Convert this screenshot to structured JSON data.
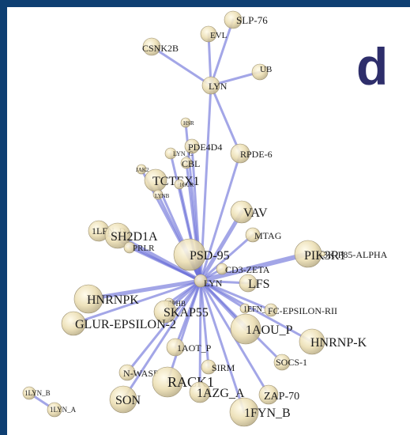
{
  "panel_label": "d",
  "colors": {
    "background": "#0e3f72",
    "canvas": "#ffffff",
    "edge": "#6a70d8",
    "node_fill": "#ecdfb4",
    "node_stroke": "#9c9070",
    "label": "#1a1a1a",
    "panel_label": "#2e2e6b"
  },
  "nodes": [
    {
      "id": "SLP-76",
      "label": "SLP-76"
    },
    {
      "id": "EVL",
      "label": "EVL"
    },
    {
      "id": "CSNK2B",
      "label": "CSNK2B"
    },
    {
      "id": "UB",
      "label": "UB"
    },
    {
      "id": "LYN",
      "label": "LYN"
    },
    {
      "id": "HSR",
      "label": "HSR"
    },
    {
      "id": "PDE4D4",
      "label": "PDE4D4"
    },
    {
      "id": "LYN_C",
      "label": "LYN_C"
    },
    {
      "id": "CBL",
      "label": "CBL"
    },
    {
      "id": "RPDE-6",
      "label": "RPDE-6"
    },
    {
      "id": "JAK2",
      "label": "JAK2"
    },
    {
      "id": "TCTEX1",
      "label": "TCTEX1"
    },
    {
      "id": "1GUR",
      "label": "1GUR"
    },
    {
      "id": "LYNB",
      "label": "LYNB"
    },
    {
      "id": "VAV",
      "label": "VAV"
    },
    {
      "id": "1LFN_D",
      "label": "1LFN_D"
    },
    {
      "id": "SH2D1A",
      "label": "SH2D1A"
    },
    {
      "id": "MTAG",
      "label": "MTAG"
    },
    {
      "id": "PRLR",
      "label": "PRLR"
    },
    {
      "id": "PSD-95",
      "label": "PSD-95"
    },
    {
      "id": "PIK3R1",
      "label": "PIK3R1"
    },
    {
      "id": "3K-P85-ALPHA",
      "label": "3K-P85-ALPHA"
    },
    {
      "id": "CD3-ZETA",
      "label": "CD3-ZETA"
    },
    {
      "id": "LYN_HUB",
      "label": "LYN"
    },
    {
      "id": "LFS",
      "label": "LFS"
    },
    {
      "id": "HNRNPK",
      "label": "HNRNPK"
    },
    {
      "id": "EPHB",
      "label": "EPHB"
    },
    {
      "id": "SKAP55",
      "label": "SKAP55"
    },
    {
      "id": "1EFN_D",
      "label": "1EFN_D"
    },
    {
      "id": "FC-EPSILON-RII",
      "label": "FC-EPSILON-RII"
    },
    {
      "id": "GLUR-EPSILON-2",
      "label": "GLUR-EPSILON-2"
    },
    {
      "id": "1AOU_P",
      "label": "1AOU_P"
    },
    {
      "id": "HNRNP-K",
      "label": "HNRNP-K"
    },
    {
      "id": "1AOT_P",
      "label": "1AOT_P"
    },
    {
      "id": "SIRM",
      "label": "SIRM"
    },
    {
      "id": "SOCS-1",
      "label": "SOCS-1"
    },
    {
      "id": "N-WASP",
      "label": "N-WASP"
    },
    {
      "id": "RACK1",
      "label": "RACK1"
    },
    {
      "id": "1AZG_A",
      "label": "1AZG_A"
    },
    {
      "id": "ZAP-70",
      "label": "ZAP-70"
    },
    {
      "id": "SON",
      "label": "SON"
    },
    {
      "id": "1FYN_B",
      "label": "1FYN_B"
    },
    {
      "id": "1LYN_B",
      "label": "1LYN_B"
    },
    {
      "id": "1LYN_A",
      "label": "1LYN_A"
    }
  ],
  "edges": [
    [
      "SLP-76",
      "LYN"
    ],
    [
      "EVL",
      "LYN"
    ],
    [
      "CSNK2B",
      "LYN"
    ],
    [
      "UB",
      "LYN"
    ],
    [
      "LYN",
      "LYN_HUB"
    ],
    [
      "LYN",
      "RPDE-6"
    ],
    [
      "HSR",
      "LYN_HUB"
    ],
    [
      "PDE4D4",
      "LYN_HUB"
    ],
    [
      "LYN_C",
      "LYN_HUB"
    ],
    [
      "CBL",
      "LYN_HUB"
    ],
    [
      "JAK2",
      "LYN_HUB"
    ],
    [
      "TCTEX1",
      "LYN_HUB"
    ],
    [
      "1GUR",
      "LYN_HUB"
    ],
    [
      "LYNB",
      "LYN_HUB"
    ],
    [
      "RPDE-6",
      "LYN_HUB"
    ],
    [
      "VAV",
      "LYN_HUB"
    ],
    [
      "1LFN_D",
      "LYN_HUB"
    ],
    [
      "SH2D1A",
      "LYN_HUB"
    ],
    [
      "MTAG",
      "LYN_HUB"
    ],
    [
      "PRLR",
      "LYN_HUB"
    ],
    [
      "PSD-95",
      "LYN_HUB"
    ],
    [
      "PIK3R1",
      "LYN_HUB"
    ],
    [
      "CD3-ZETA",
      "LYN_HUB"
    ],
    [
      "LFS",
      "LYN_HUB"
    ],
    [
      "HNRNPK",
      "LYN_HUB"
    ],
    [
      "EPHB",
      "LYN_HUB"
    ],
    [
      "SKAP55",
      "LYN_HUB"
    ],
    [
      "1EFN_D",
      "LYN_HUB"
    ],
    [
      "FC-EPSILON-RII",
      "LYN_HUB"
    ],
    [
      "GLUR-EPSILON-2",
      "LYN_HUB"
    ],
    [
      "1AOU_P",
      "LYN_HUB"
    ],
    [
      "HNRNP-K",
      "LYN_HUB"
    ],
    [
      "1AOT_P",
      "LYN_HUB"
    ],
    [
      "SIRM",
      "LYN_HUB"
    ],
    [
      "SOCS-1",
      "LYN_HUB"
    ],
    [
      "N-WASP",
      "LYN_HUB"
    ],
    [
      "RACK1",
      "LYN_HUB"
    ],
    [
      "1AZG_A",
      "LYN_HUB"
    ],
    [
      "ZAP-70",
      "LYN_HUB"
    ],
    [
      "SON",
      "LYN_HUB"
    ],
    [
      "1FYN_B",
      "LYN_HUB"
    ],
    [
      "1LYN_B",
      "1LYN_A"
    ]
  ]
}
